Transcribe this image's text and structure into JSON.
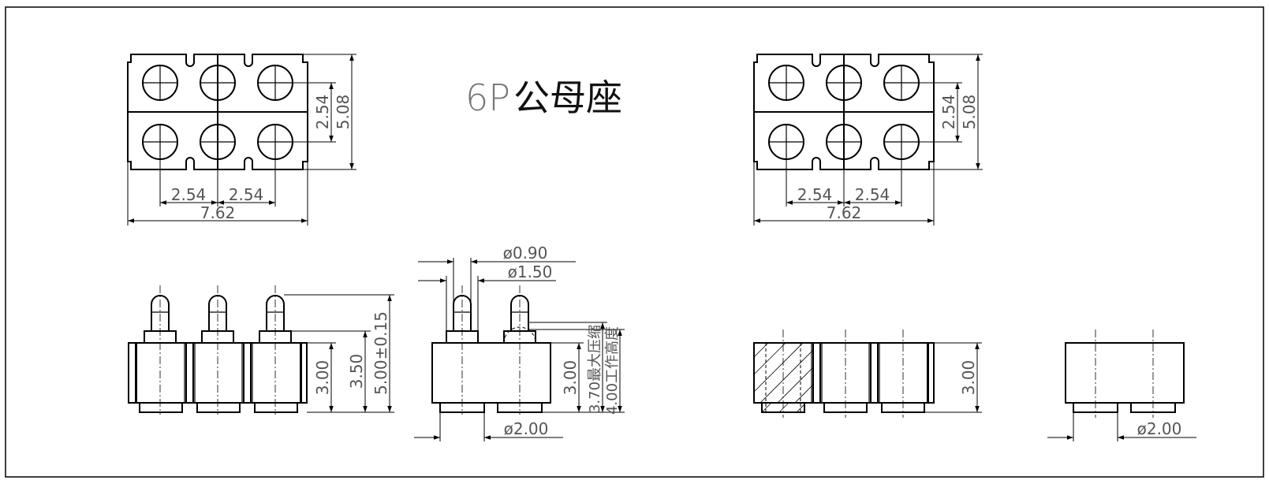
{
  "drawing": {
    "title_part": "6P",
    "title_cn": "公母座",
    "colors": {
      "line": "#000000",
      "dimension_text": "#555555",
      "background": "#ffffff"
    },
    "top_view_left": {
      "pitch_x_1": "2.54",
      "pitch_x_2": "2.54",
      "width": "7.62",
      "pitch_y": "2.54",
      "height": "5.08"
    },
    "top_view_right": {
      "pitch_x_1": "2.54",
      "pitch_x_2": "2.54",
      "width": "7.62",
      "pitch_y": "2.54",
      "height": "5.08"
    },
    "side_view_male": {
      "body_height": "3.00",
      "shoulder_height": "3.50",
      "total_height": "5.00±0.15"
    },
    "side_view_profile": {
      "pin_diameter": "ø0.90",
      "sleeve_diameter": "ø1.50",
      "base_diameter": "ø2.00",
      "body_height": "3.00",
      "max_compression": "3.70最大压缩",
      "working_height": "4.00工作高度"
    },
    "side_view_female": {
      "body_height": "3.00"
    },
    "end_view_female": {
      "base_diameter": "ø2.00"
    }
  }
}
